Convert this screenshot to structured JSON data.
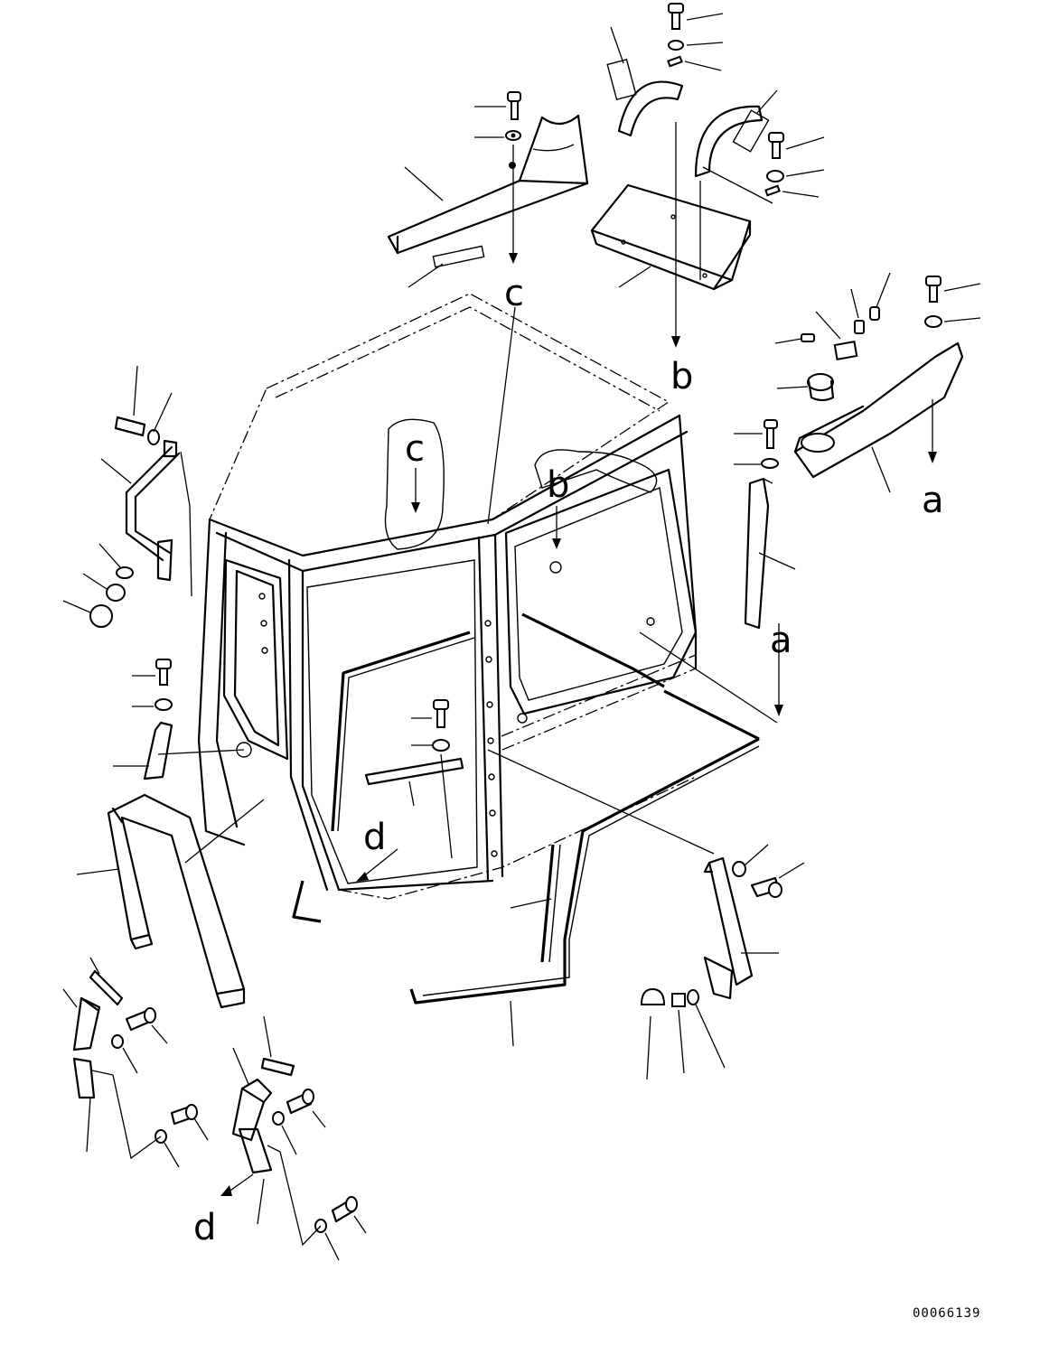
{
  "labels": {
    "a": "a",
    "b": "b",
    "c": "c",
    "d": "d"
  },
  "document_number": "00066139"
}
